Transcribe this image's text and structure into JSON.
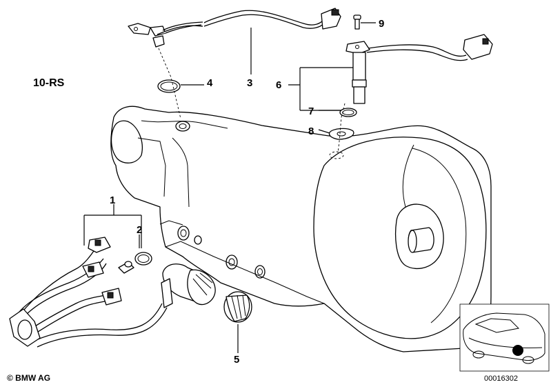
{
  "diagram": {
    "model_label": "10-RS",
    "copyright": "© BMW AG",
    "image_number": "00016302",
    "part_labels": [
      {
        "id": "1",
        "text": "1"
      },
      {
        "id": "2",
        "text": "2"
      },
      {
        "id": "3",
        "text": "3"
      },
      {
        "id": "4",
        "text": "4"
      },
      {
        "id": "5",
        "text": "5"
      },
      {
        "id": "6",
        "text": "6"
      },
      {
        "id": "7",
        "text": "7"
      },
      {
        "id": "8",
        "text": "8"
      },
      {
        "id": "9",
        "text": "9"
      }
    ]
  }
}
